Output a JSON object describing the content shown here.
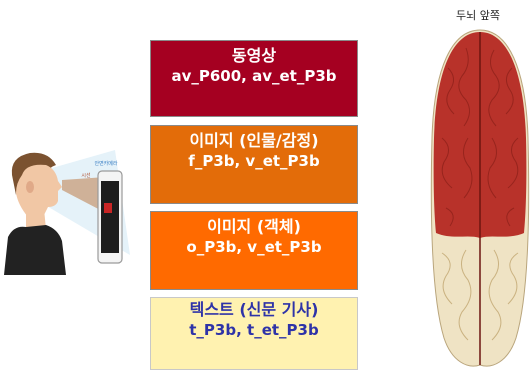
{
  "brain_label": "두뇌 앞쪽",
  "phone_label": "안면카메라",
  "gaze_label": "시선",
  "boxes": [
    {
      "title": "동영상",
      "code": "av_P600, av_et_P3b",
      "color": "#a50021"
    },
    {
      "title": "이미지 (인물/감정)",
      "code": "f_P3b, v_et_P3b",
      "color": "#e36c09"
    },
    {
      "title": "이미지 (객체)",
      "code": "o_P3b, v_et_P3b",
      "color": "#ff6a00"
    },
    {
      "title": "텍스트 (신문 기사)",
      "code": "t_P3b, t_et_P3b",
      "color": "#fff2b0"
    }
  ],
  "colors": {
    "brain_active": "#b8322a",
    "brain_inactive": "#efe3c4",
    "text_box_font": "#2e33a8"
  },
  "icons": [
    "person-with-phone-illustration",
    "brain-top-view-illustration"
  ]
}
